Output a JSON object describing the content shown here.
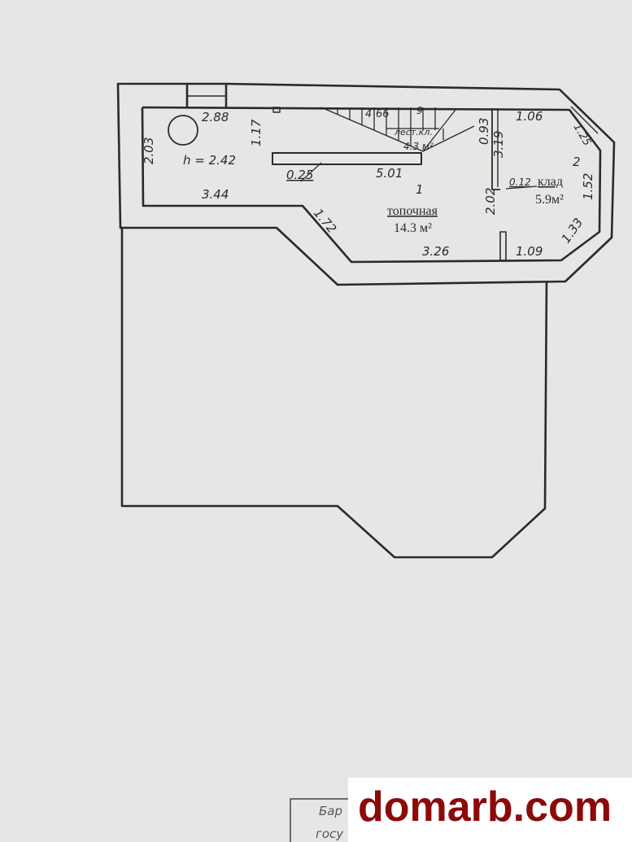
{
  "plan": {
    "height_label": "h = 2.42",
    "dims": {
      "d288": "2.88",
      "d117": "1.17",
      "d203": "2.03",
      "d025": "0.25",
      "d501": "5.01",
      "d344": "3.44",
      "d172": "1.72",
      "d326": "3.26",
      "d109": "1.09",
      "d133": "1.33",
      "d152": "1.52",
      "d012": "0.12",
      "d202": "2.02",
      "d319": "3.19",
      "d093": "0.93",
      "d106": "1.06",
      "d125": "1.25"
    },
    "stairs": {
      "steps_a": "4",
      "steps_b": "66",
      "steps_c": "9",
      "label": "лест.кл.",
      "area": "4.3 м²"
    },
    "rooms": [
      {
        "number": "1",
        "name": "топочная",
        "area": "14.3 м²"
      },
      {
        "number": "2",
        "name": "клад",
        "area": "5.9м²"
      }
    ],
    "title_block": {
      "line1": "Бар",
      "line2": "госу"
    }
  },
  "watermark": {
    "text": "domarb.com",
    "color": "#8b0a0a"
  }
}
